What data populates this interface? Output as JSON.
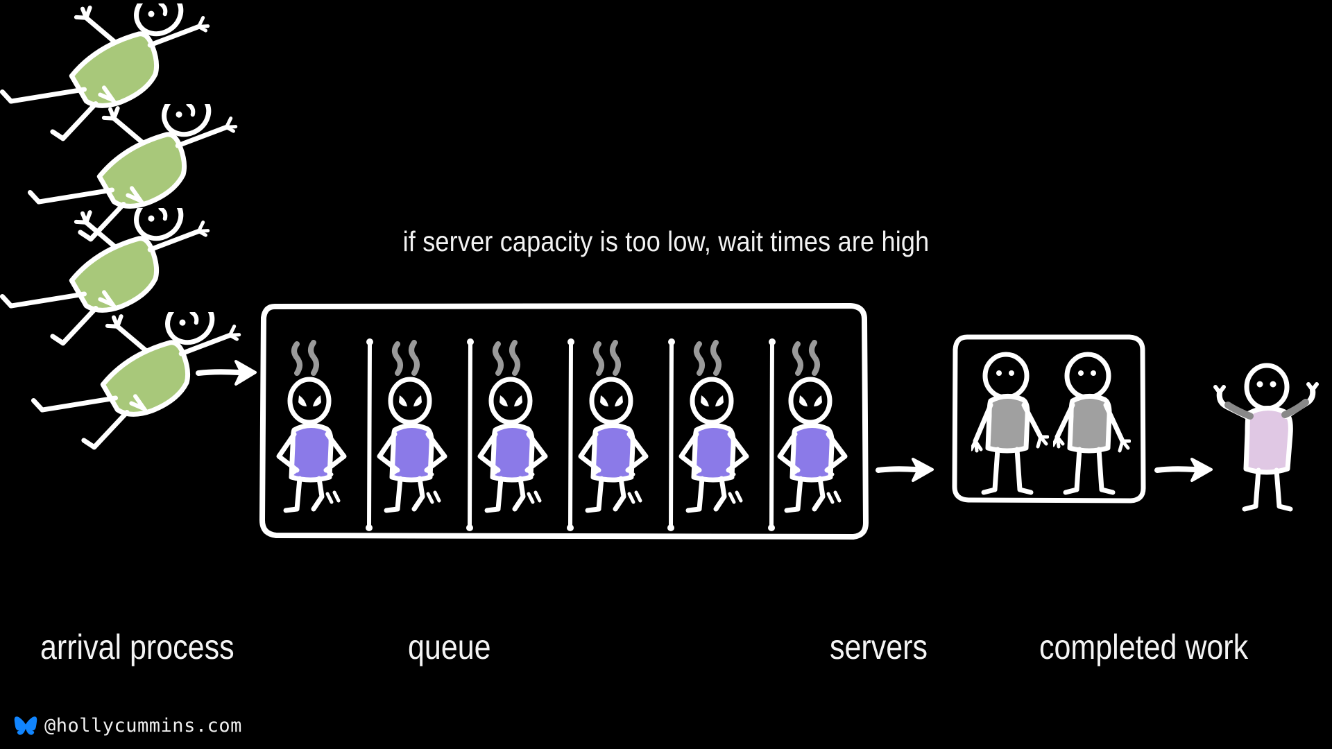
{
  "slide": {
    "background_color": "#000000",
    "ink_color": "#ffffff",
    "headline": "if server capacity is too low, wait times are high"
  },
  "palette": {
    "waiting_shirt": "#8b7ae8",
    "arriving_shirt": "#a8c87a",
    "server_shirt": "#a0a0a0",
    "completed_shirt": "#e0c8e4",
    "steam_grey": "#9a9a9a",
    "ink": "#ffffff",
    "bluesky_blue": "#1185fe"
  },
  "stage_labels": {
    "arrival": "arrival process",
    "queue": "queue",
    "servers": "servers",
    "completed": "completed work"
  },
  "arrival_process": {
    "count": 4,
    "description": "incoming work items drawn as green-shirted stick figures flying in diagonally",
    "figures": [
      {
        "id": "arrival-1",
        "shirt_color": "#a8c87a",
        "rotation_deg": -32
      },
      {
        "id": "arrival-2",
        "shirt_color": "#a8c87a",
        "rotation_deg": -32
      },
      {
        "id": "arrival-3",
        "shirt_color": "#a8c87a",
        "rotation_deg": -32
      },
      {
        "id": "arrival-4",
        "shirt_color": "#a8c87a",
        "rotation_deg": -32
      }
    ]
  },
  "queue": {
    "waiting_count": 6,
    "rail_count": 5,
    "person_mood": "angry",
    "steam_marks_per_person": 2,
    "people": [
      {
        "id": "waiting-1",
        "shirt_color": "#8b7ae8"
      },
      {
        "id": "waiting-2",
        "shirt_color": "#8b7ae8"
      },
      {
        "id": "waiting-3",
        "shirt_color": "#8b7ae8"
      },
      {
        "id": "waiting-4",
        "shirt_color": "#8b7ae8"
      },
      {
        "id": "waiting-5",
        "shirt_color": "#8b7ae8"
      },
      {
        "id": "waiting-6",
        "shirt_color": "#8b7ae8"
      }
    ]
  },
  "servers": {
    "count": 2,
    "mood": "neutral",
    "people": [
      {
        "id": "server-1",
        "shirt_color": "#a0a0a0"
      },
      {
        "id": "server-2",
        "shirt_color": "#a0a0a0"
      }
    ]
  },
  "completed_work": {
    "count": 1,
    "mood": "triumphant",
    "pose": "arms-raised",
    "shirt_color": "#e0c8e4"
  },
  "arrows": [
    {
      "id": "arrow-arrival-to-queue",
      "direction": "right"
    },
    {
      "id": "arrow-queue-to-servers",
      "direction": "right"
    },
    {
      "id": "arrow-servers-to-completed",
      "direction": "right"
    }
  ],
  "footer": {
    "handle": "@hollycummins.com",
    "icon": "bluesky-butterfly-icon"
  },
  "chart_data": {
    "type": "diagram",
    "title": "if server capacity is too low, wait times are high",
    "stages": [
      {
        "name": "arrival process",
        "item_count": 4,
        "color": "#a8c87a"
      },
      {
        "name": "queue",
        "item_count": 6,
        "color": "#8b7ae8"
      },
      {
        "name": "servers",
        "item_count": 2,
        "color": "#a0a0a0"
      },
      {
        "name": "completed work",
        "item_count": 1,
        "color": "#e0c8e4"
      }
    ]
  }
}
